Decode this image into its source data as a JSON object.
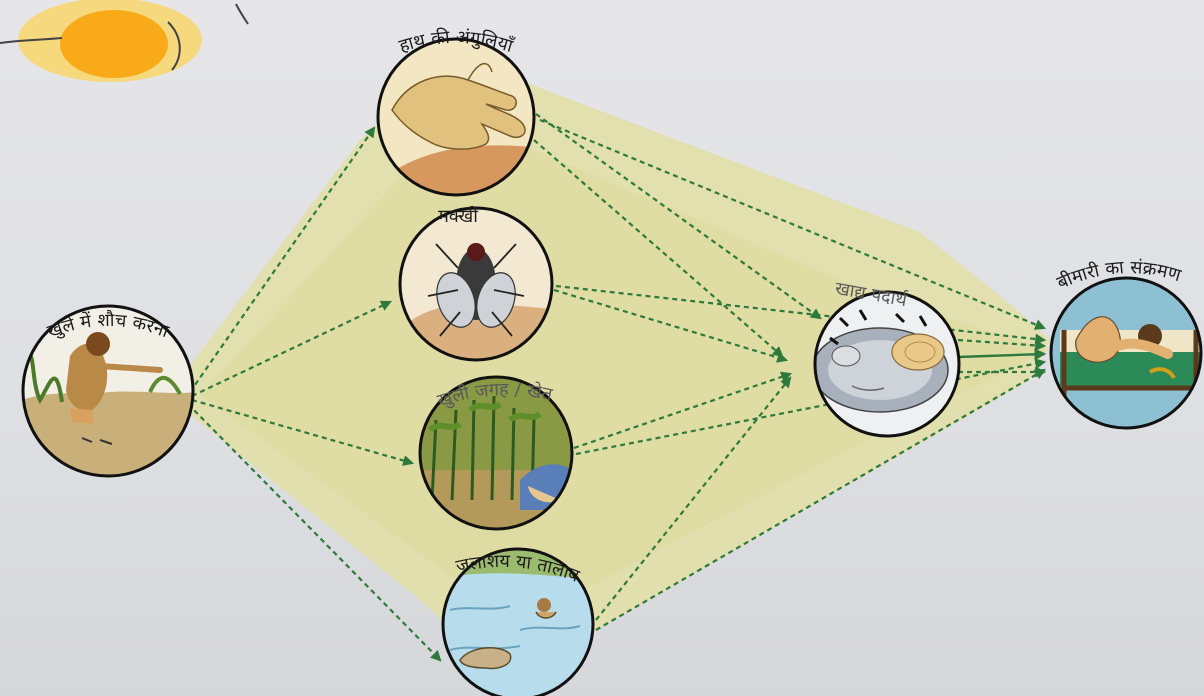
{
  "diagram": {
    "nodes": {
      "open_defecation": {
        "label": "खुले में शौच करना"
      },
      "fingers": {
        "label": "हाथ की अंगुलियाँ"
      },
      "fly": {
        "label": "मक्खी"
      },
      "field": {
        "label": "खुली जगह / खेत"
      },
      "pond": {
        "label": "जलाशय या तालाब"
      },
      "food": {
        "label": "खाद्य पदार्थ"
      },
      "disease": {
        "label": "बीमारी का संक्रमण"
      }
    },
    "colors": {
      "arrow": "#2e7a3c",
      "band": "#e3dfa6",
      "circle_border": "#111111"
    }
  }
}
